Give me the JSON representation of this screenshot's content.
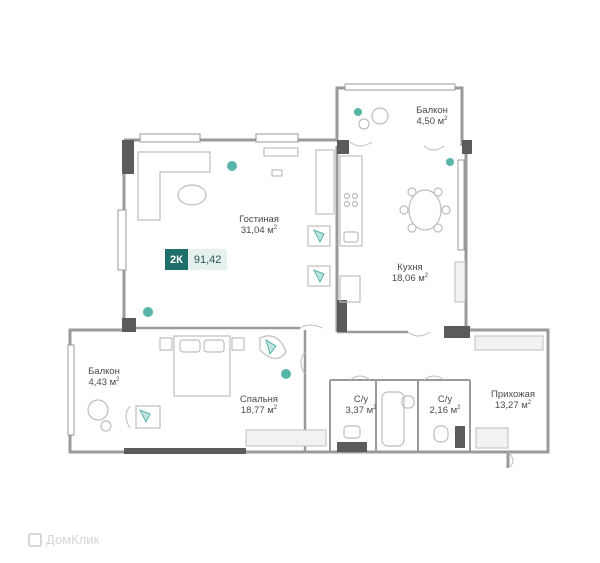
{
  "badge": {
    "type": "2К",
    "total_area": "91,42"
  },
  "rooms": {
    "balcony_top": {
      "name": "Балкон",
      "area": "4,50 м",
      "sup": "2"
    },
    "living": {
      "name": "Гостиная",
      "area": "31,04 м",
      "sup": "2"
    },
    "kitchen": {
      "name": "Кухня",
      "area": "18,06 м",
      "sup": "2"
    },
    "balcony_left": {
      "name": "Балкон",
      "area": "4,43 м",
      "sup": "2"
    },
    "bedroom": {
      "name": "Спальня",
      "area": "18,77 м",
      "sup": "2"
    },
    "bath1": {
      "name": "С/у",
      "area": "3,37 м",
      "sup": "2"
    },
    "bath2": {
      "name": "С/у",
      "area": "2,16 м",
      "sup": "2"
    },
    "hall": {
      "name": "Прихожая",
      "area": "13,27 м",
      "sup": "2"
    }
  },
  "watermark": "ДомКлик",
  "colors": {
    "wall": "#9a9a9a",
    "wall_dark": "#5b5b5b",
    "accent": "#1e6e6a",
    "furniture": "#bdbdbd",
    "plant": "#3aa89a"
  },
  "icons": [
    "sofa-icon",
    "dining-table-icon",
    "bed-icon",
    "bathtub-icon",
    "toilet-icon",
    "stove-icon",
    "sink-icon",
    "plant-icon",
    "armchair-icon",
    "wardrobe-icon"
  ]
}
